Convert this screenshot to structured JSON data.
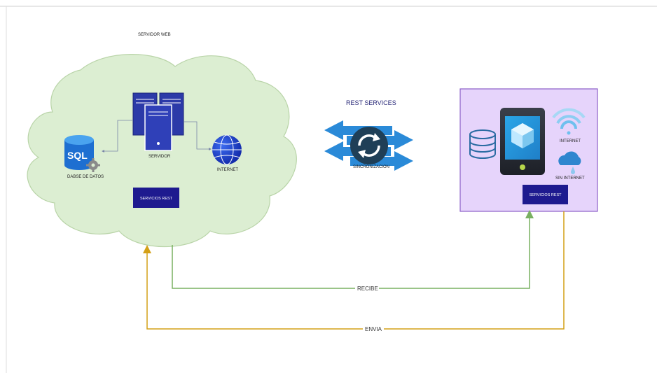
{
  "server": {
    "title": "SERVIDOR WEB",
    "server_label": "SERVIDOR",
    "db_label": "DABSE DE DATOS",
    "db_icon_text": "SQL",
    "internet_label": "INTERNET",
    "rest_box_label": "SERVICIOS REST"
  },
  "middle": {
    "title": "REST SERVICES",
    "sync_label": "SINCRONIZACION"
  },
  "client": {
    "internet_label": "INTERNET",
    "no_internet_label": "SIN INTERNET",
    "rest_box_label": "SERVICIOS REST"
  },
  "connections": {
    "receive_label": "RECIBE",
    "send_label": "ENVIA"
  },
  "colors": {
    "cloud_fill": "#dceed2",
    "cloud_stroke": "#b9d4a8",
    "client_fill": "#e6d4fb",
    "client_stroke": "#8b5fc7",
    "rest_box": "#1e1a8f",
    "server_blue": "#2c3aa8",
    "receive_line": "#79b061",
    "send_line": "#d4a017",
    "sync_arrow": "#2a8ad8"
  }
}
